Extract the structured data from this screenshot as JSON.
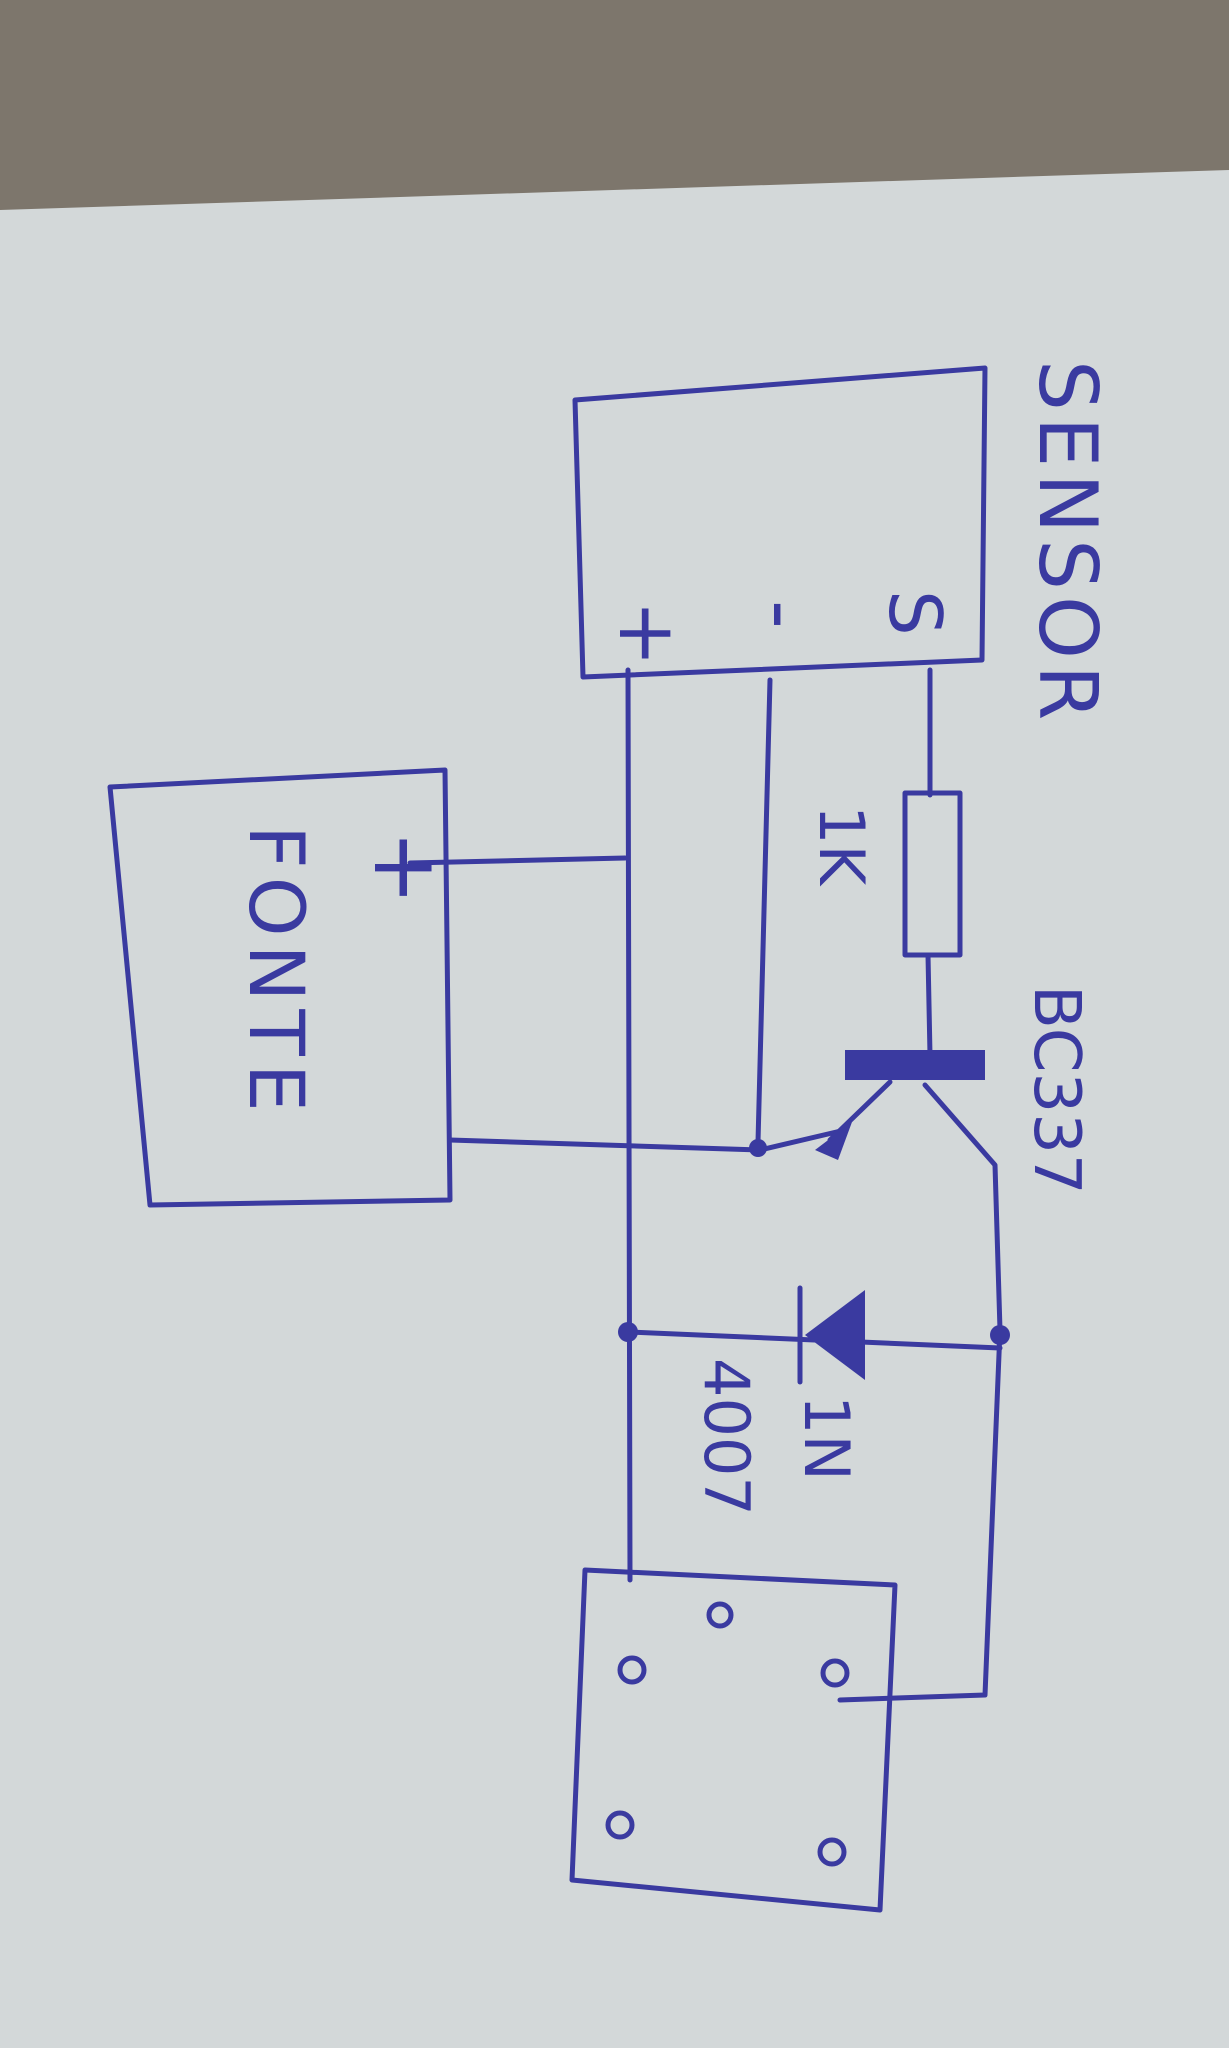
{
  "diagram": {
    "ink_color": "#3a3aa0",
    "paper_color": "#d3d8d9",
    "sensor": {
      "title": "SENSOR",
      "pin_s": "S",
      "pin_minus": "-",
      "pin_plus": "+"
    },
    "fonte": {
      "title": "FONTE",
      "pin_plus": "+"
    },
    "resistor": {
      "label": "1K"
    },
    "transistor": {
      "label": "BC337"
    },
    "diode": {
      "label_line1": "1N",
      "label_line2": "4007"
    }
  }
}
